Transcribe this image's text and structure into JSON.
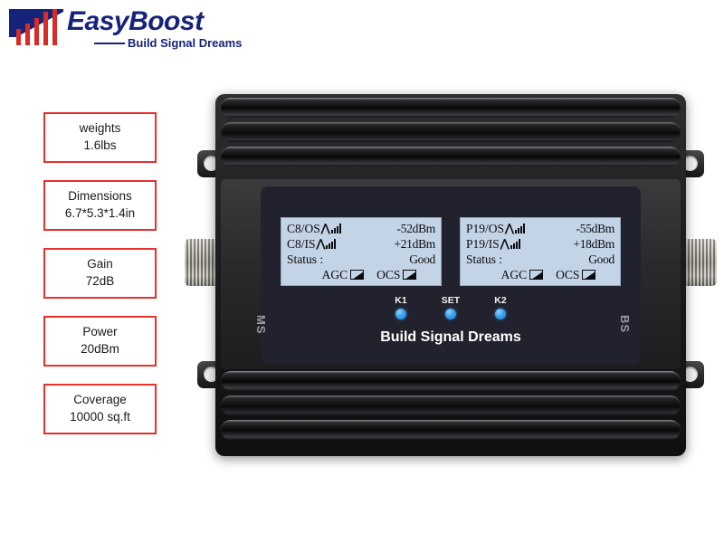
{
  "header": {
    "brand_name": "EasyBoost",
    "tagline": "Build Signal Dreams",
    "logo_icon": "signal-bars-logo-icon",
    "brand_color": "#16237a",
    "accent_color": "#e8302a"
  },
  "specs": [
    {
      "label": "weights",
      "value": "1.6lbs"
    },
    {
      "label": "Dimensions",
      "value": "6.7*5.3*1.4in"
    },
    {
      "label": "Gain",
      "value": "72dB"
    },
    {
      "label": "Power",
      "value": "20dBm"
    },
    {
      "label": "Coverage",
      "value": "10000 sq.ft"
    }
  ],
  "device": {
    "tagline": "Build Signal Dreams",
    "ports": {
      "left_label": "MS",
      "right_label": "BS"
    },
    "buttons": [
      {
        "label": "K1",
        "led_color": "#3aa3ee"
      },
      {
        "label": "SET",
        "led_color": "#3aa3ee"
      },
      {
        "label": "K2",
        "led_color": "#3aa3ee"
      }
    ],
    "lcd_left": {
      "rows": [
        {
          "key": "C8/OS",
          "value": "-52dBm",
          "signal_icon": "signal-bars-icon"
        },
        {
          "key": "C8/IS",
          "value": "+21dBm",
          "signal_icon": "signal-bars-icon"
        },
        {
          "key": "Status :",
          "value": "Good"
        }
      ],
      "flags": [
        {
          "label": "AGC",
          "checked": true
        },
        {
          "label": "OCS",
          "checked": true
        }
      ]
    },
    "lcd_right": {
      "rows": [
        {
          "key": "P19/OS",
          "value": "-55dBm",
          "signal_icon": "signal-bars-icon"
        },
        {
          "key": "P19/IS",
          "value": "+18dBm",
          "signal_icon": "signal-bars-icon"
        },
        {
          "key": "Status :",
          "value": "Good"
        }
      ],
      "flags": [
        {
          "label": "AGC",
          "checked": true
        },
        {
          "label": "OCS",
          "checked": true
        }
      ]
    }
  }
}
